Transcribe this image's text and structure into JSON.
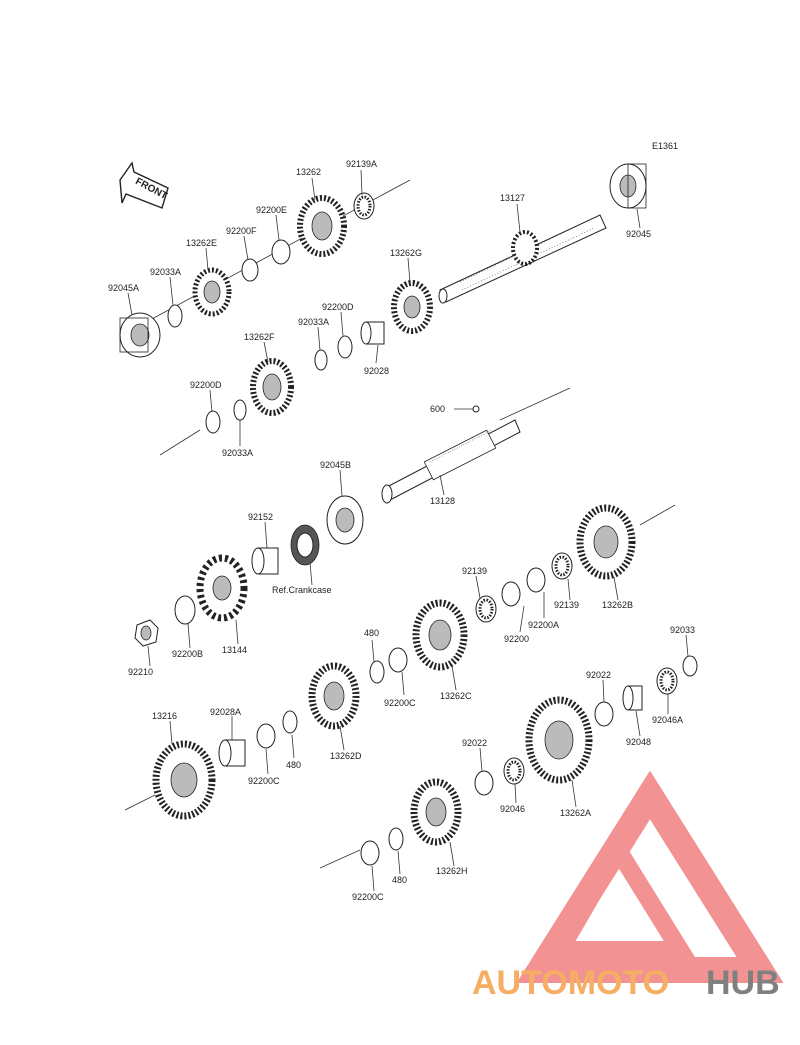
{
  "diagram_code": "E1361",
  "front_label": "FRONT",
  "ref_label": "Ref.Crankcase",
  "logo": {
    "word_orange": "AUTOMOTO",
    "word_gray": "HUB",
    "orange": "#f4a04a",
    "gray": "#6b6b6b",
    "triangle": "#f08080"
  },
  "parts": [
    {
      "id": "p_13262",
      "text": "13262"
    },
    {
      "id": "p_92139A",
      "text": "92139A"
    },
    {
      "id": "p_92200E",
      "text": "92200E"
    },
    {
      "id": "p_92200F",
      "text": "92200F"
    },
    {
      "id": "p_13262E",
      "text": "13262E"
    },
    {
      "id": "p_92033A_1",
      "text": "92033A"
    },
    {
      "id": "p_92045A",
      "text": "92045A"
    },
    {
      "id": "p_13127",
      "text": "13127"
    },
    {
      "id": "p_92045",
      "text": "92045"
    },
    {
      "id": "p_13262G",
      "text": "13262G"
    },
    {
      "id": "p_92200D_1",
      "text": "92200D"
    },
    {
      "id": "p_92033A_2",
      "text": "92033A"
    },
    {
      "id": "p_13262F",
      "text": "13262F"
    },
    {
      "id": "p_92028",
      "text": "92028"
    },
    {
      "id": "p_92200D_2",
      "text": "92200D"
    },
    {
      "id": "p_92033A_3",
      "text": "92033A"
    },
    {
      "id": "p_600",
      "text": "600"
    },
    {
      "id": "p_13128",
      "text": "13128"
    },
    {
      "id": "p_92045B",
      "text": "92045B"
    },
    {
      "id": "p_92152",
      "text": "92152"
    },
    {
      "id": "p_13144",
      "text": "13144"
    },
    {
      "id": "p_92200B",
      "text": "92200B"
    },
    {
      "id": "p_92210",
      "text": "92210"
    },
    {
      "id": "p_92139_1",
      "text": "92139"
    },
    {
      "id": "p_92139_2",
      "text": "92139"
    },
    {
      "id": "p_92200A",
      "text": "92200A"
    },
    {
      "id": "p_92200_",
      "text": "92200"
    },
    {
      "id": "p_13262B",
      "text": "13262B"
    },
    {
      "id": "p_480_1",
      "text": "480"
    },
    {
      "id": "p_92200C_1",
      "text": "92200C"
    },
    {
      "id": "p_13262C",
      "text": "13262C"
    },
    {
      "id": "p_92033",
      "text": "92033"
    },
    {
      "id": "p_92022_1",
      "text": "92022"
    },
    {
      "id": "p_92046A",
      "text": "92046A"
    },
    {
      "id": "p_92048",
      "text": "92048"
    },
    {
      "id": "p_13216",
      "text": "13216"
    },
    {
      "id": "p_92028A",
      "text": "92028A"
    },
    {
      "id": "p_92200C_2",
      "text": "92200C"
    },
    {
      "id": "p_480_2",
      "text": "480"
    },
    {
      "id": "p_13262D",
      "text": "13262D"
    },
    {
      "id": "p_92022_2",
      "text": "92022"
    },
    {
      "id": "p_92046",
      "text": "92046"
    },
    {
      "id": "p_13262A",
      "text": "13262A"
    },
    {
      "id": "p_13262H",
      "text": "13262H"
    },
    {
      "id": "p_480_3",
      "text": "480"
    },
    {
      "id": "p_92200C_3",
      "text": "92200C"
    }
  ]
}
